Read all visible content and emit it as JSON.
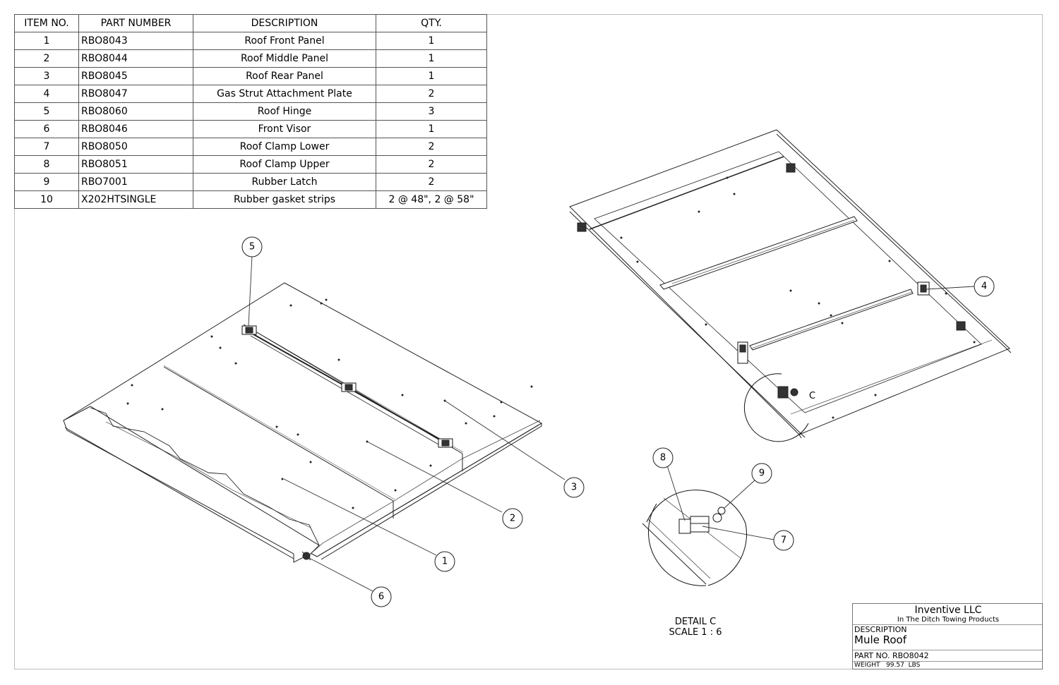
{
  "bom": {
    "headers": [
      "ITEM NO.",
      "PART NUMBER",
      "DESCRIPTION",
      "QTY."
    ],
    "rows": [
      [
        "1",
        "RBO8043",
        "Roof Front Panel",
        "1"
      ],
      [
        "2",
        "RBO8044",
        "Roof Middle Panel",
        "1"
      ],
      [
        "3",
        "RBO8045",
        "Roof Rear Panel",
        "1"
      ],
      [
        "4",
        "RBO8047",
        "Gas Strut Attachment Plate",
        "2"
      ],
      [
        "5",
        "RBO8060",
        "Roof Hinge",
        "3"
      ],
      [
        "6",
        "RBO8046",
        "Front Visor",
        "1"
      ],
      [
        "7",
        "RBO8050",
        "Roof Clamp Lower",
        "2"
      ],
      [
        "8",
        "RBO8051",
        "Roof Clamp Upper",
        "2"
      ],
      [
        "9",
        "RBO7001",
        "Rubber Latch",
        "2"
      ],
      [
        "10",
        "X202HTSINGLE",
        "Rubber gasket strips",
        "2 @ 48\", 2 @ 58\""
      ]
    ]
  },
  "balloons": {
    "b1": "1",
    "b2": "2",
    "b3": "3",
    "b4": "4",
    "b5": "5",
    "b6": "6",
    "b7": "7",
    "b8": "8",
    "b9": "9"
  },
  "detail": {
    "marker": "C",
    "label": "DETAIL C",
    "scale": "SCALE 1 : 6"
  },
  "title_block": {
    "company": "Inventive LLC",
    "subtitle": "In The Ditch Towing Products",
    "description_label": "DESCRIPTION",
    "description": "Mule Roof",
    "part_no_label": "PART NO.",
    "part_no": "RBO8042",
    "weight_label": "WEIGHT",
    "weight": "99.57",
    "weight_unit": "LBS"
  }
}
